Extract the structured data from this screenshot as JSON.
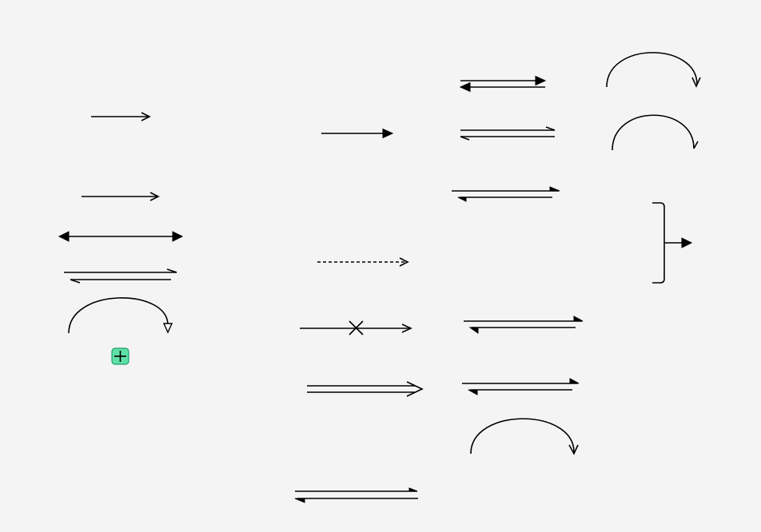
{
  "canvas": {
    "background": "#f4f4f4"
  },
  "stroke_color": "#000000",
  "selection_handle": {
    "icon": "plus-icon",
    "fill": "#5fe0a6",
    "border": "#1f9e6e"
  },
  "arrows": [
    {
      "name": "arrow-forward-open-head",
      "type": "forward",
      "head": "open"
    },
    {
      "name": "arrow-forward-open-head-2",
      "type": "forward",
      "head": "open"
    },
    {
      "name": "arrow-bidirectional-filled",
      "type": "bidirectional",
      "head": "filled"
    },
    {
      "name": "arrow-equilibrium-half-heads",
      "type": "equilibrium",
      "head": "half"
    },
    {
      "name": "arrow-curved-hollow-triangle",
      "type": "curved",
      "head": "hollow-triangle"
    },
    {
      "name": "arrow-forward-filled-head",
      "type": "forward",
      "head": "filled"
    },
    {
      "name": "arrow-forward-dashed",
      "type": "forward",
      "style": "dashed"
    },
    {
      "name": "arrow-crossed-failed-reaction",
      "type": "forward",
      "mark": "cross"
    },
    {
      "name": "arrow-double-line-open-head",
      "type": "double-line",
      "head": "open"
    },
    {
      "name": "arrow-equilibrium-bottom",
      "type": "equilibrium"
    },
    {
      "name": "arrow-equilibrium-filled-heads",
      "type": "equilibrium",
      "head": "filled"
    },
    {
      "name": "arrow-equilibrium-thin-heads",
      "type": "equilibrium",
      "head": "half-open"
    },
    {
      "name": "arrow-equilibrium-unbalanced",
      "type": "equilibrium",
      "bias": "forward"
    },
    {
      "name": "arrow-equilibrium-wide-1",
      "type": "equilibrium"
    },
    {
      "name": "arrow-equilibrium-wide-2",
      "type": "equilibrium"
    },
    {
      "name": "arrow-curved-open-head",
      "type": "curved",
      "head": "open"
    },
    {
      "name": "arrow-curved-top-right-1",
      "type": "curved",
      "head": "open"
    },
    {
      "name": "arrow-curved-top-right-2",
      "type": "curved",
      "head": "half"
    },
    {
      "name": "arrow-bracket-branch",
      "type": "bracket",
      "head": "filled"
    }
  ]
}
